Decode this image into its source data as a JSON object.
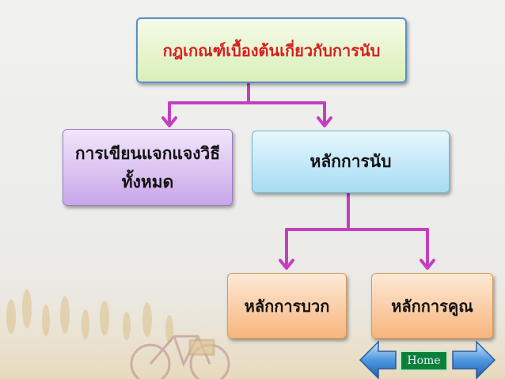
{
  "diagram": {
    "title": "กฎเกณฑ์เบื้องต้นเกี่ยวกับการนับ",
    "left_node": {
      "line1": "การเขียนแจกแจงวิธี",
      "line2": "ทั้งหมด"
    },
    "right_node": "หลักการนับ",
    "child_add": "หลักการบวก",
    "child_multiply": "หลักการคูณ"
  },
  "navigation": {
    "home_label": "Home"
  },
  "colors": {
    "connector": "#c43fc0",
    "title_text": "#d81f1f"
  }
}
